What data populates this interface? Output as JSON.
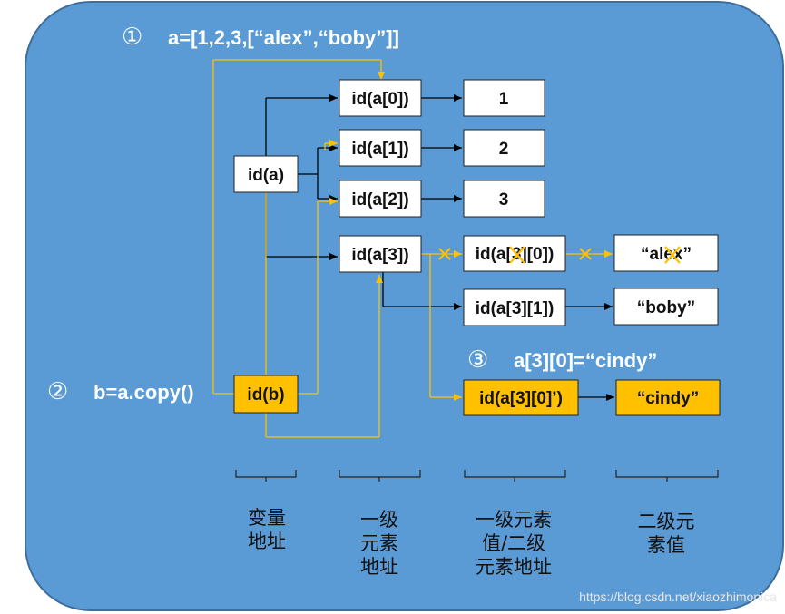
{
  "steps": {
    "step1": {
      "marker": "①",
      "code": "a=[1,2,3,[“alex”,“boby”]]"
    },
    "step2": {
      "marker": "②",
      "code": "b=a.copy()"
    },
    "step3": {
      "marker": "③",
      "code": "a[3][0]=“cindy”"
    }
  },
  "boxes": {
    "id_a": "id(a)",
    "id_b": "id(b)",
    "a0": "id(a[0])",
    "a1": "id(a[1])",
    "a2": "id(a[2])",
    "a3": "id(a[3])",
    "v1": "1",
    "v2": "2",
    "v3": "3",
    "a30": "id(a[3][0])",
    "a31": "id(a[3][1])",
    "a30_new": "id(a[3][0]’)",
    "alex": "“alex”",
    "boby": "“boby”",
    "cindy": "“cindy”"
  },
  "categories": {
    "var_addr": [
      "变量",
      "地址"
    ],
    "level1_addr": [
      "一级",
      "元素",
      "地址"
    ],
    "level1_value_level2_addr": [
      "一级元素",
      "值/二级",
      "元素地址"
    ],
    "level2_value": [
      "二级元",
      "素值"
    ]
  },
  "watermark": "https://blog.csdn.net/xiaozhimonica",
  "colors": {
    "panel": "#5b9bd5",
    "panel_border": "#3d6e9c",
    "box_fill": "#ffffff",
    "highlight_fill": "#ffc000",
    "black_arrow": "#000000",
    "orange_arrow": "#ffc000",
    "cross": "#ffc000"
  }
}
